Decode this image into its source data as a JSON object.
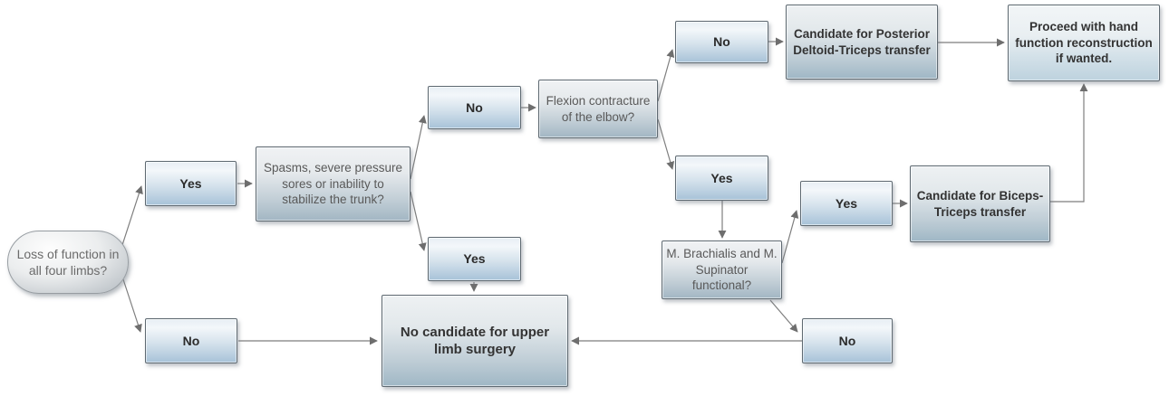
{
  "diagram": {
    "background": "#ffffff",
    "colors": {
      "decision_box_gradient_top": "#f3f7fa",
      "decision_box_gradient_bottom": "#a7c2d8",
      "question_box_gradient_bottom": "#a2b6c3",
      "outcome_box_gradient_bottom": "#9fb7c5",
      "box_border": "#5f6a72",
      "question_text": "#595959",
      "outcome_text": "#333333",
      "connector_line": "#7e7e7e"
    },
    "nodes": {
      "start": {
        "label": "Loss of function in all four limbs?",
        "type": "start-oval"
      },
      "yes1": {
        "label": "Yes",
        "type": "decision"
      },
      "no1": {
        "label": "No",
        "type": "decision"
      },
      "spasms": {
        "label": "Spasms, severe pressure sores or inability to stabilize the trunk?",
        "type": "question"
      },
      "no2": {
        "label": "No",
        "type": "decision"
      },
      "yes2": {
        "label": "Yes",
        "type": "decision"
      },
      "flexion": {
        "label": "Flexion contracture of the elbow?",
        "type": "question"
      },
      "no3": {
        "label": "No",
        "type": "decision"
      },
      "yes3": {
        "label": "Yes",
        "type": "decision"
      },
      "cand_pd": {
        "label": "Candidate for Posterior Deltoid-Triceps transfer",
        "type": "outcome"
      },
      "proceed": {
        "label": "Proceed with hand function reconstruction if wanted.",
        "type": "outcome"
      },
      "brach": {
        "label": "M. Brachialis and M. Supinator functional?",
        "type": "question"
      },
      "yes4": {
        "label": "Yes",
        "type": "decision"
      },
      "cand_bt": {
        "label": "Candidate for Biceps-Triceps transfer",
        "type": "outcome"
      },
      "no4": {
        "label": "No",
        "type": "decision"
      },
      "no_cand": {
        "label": "No candidate for upper limb surgery",
        "type": "outcome"
      }
    },
    "edges": [
      {
        "from": "start",
        "to": "yes1"
      },
      {
        "from": "start",
        "to": "no1"
      },
      {
        "from": "yes1",
        "to": "spasms"
      },
      {
        "from": "spasms",
        "to": "no2"
      },
      {
        "from": "spasms",
        "to": "yes2"
      },
      {
        "from": "no2",
        "to": "flexion"
      },
      {
        "from": "flexion",
        "to": "no3"
      },
      {
        "from": "flexion",
        "to": "yes3"
      },
      {
        "from": "no3",
        "to": "cand_pd"
      },
      {
        "from": "cand_pd",
        "to": "proceed"
      },
      {
        "from": "yes3",
        "to": "brach"
      },
      {
        "from": "brach",
        "to": "yes4"
      },
      {
        "from": "yes4",
        "to": "cand_bt"
      },
      {
        "from": "cand_bt",
        "to": "proceed"
      },
      {
        "from": "brach",
        "to": "no4"
      },
      {
        "from": "no4",
        "to": "no_cand"
      },
      {
        "from": "no1",
        "to": "no_cand"
      },
      {
        "from": "yes2",
        "to": "no_cand"
      }
    ]
  }
}
